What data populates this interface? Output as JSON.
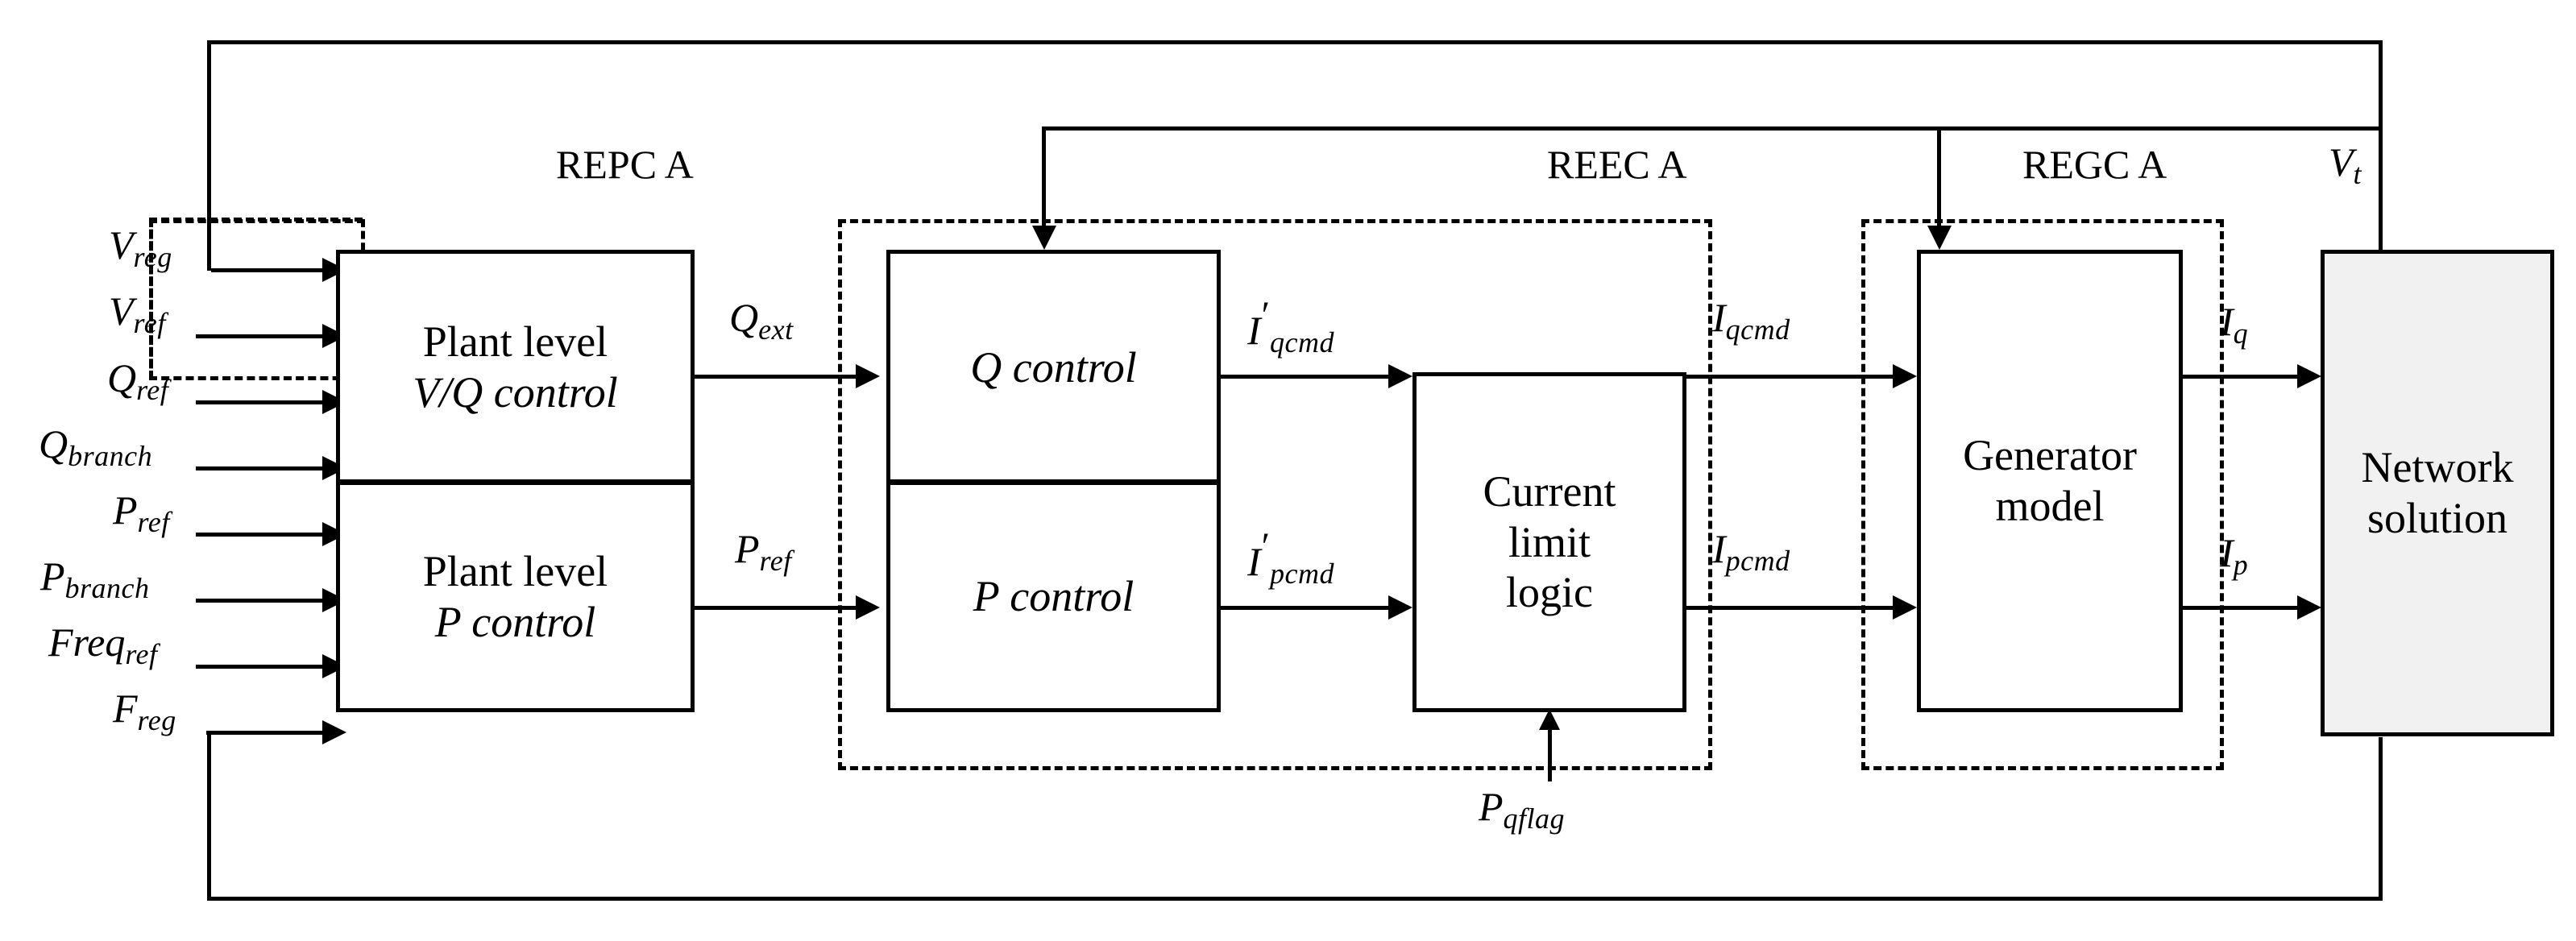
{
  "diagram": {
    "title": "WECC generic renewable plant model block diagram",
    "colors": {
      "line": "#000000",
      "box_fill": "#ffffff",
      "shaded_fill": "#f1f1f1"
    }
  },
  "groups": [
    {
      "id": "repc",
      "label": "REPC A"
    },
    {
      "id": "reec",
      "label": "REEC A"
    },
    {
      "id": "regc",
      "label": "REGC A"
    }
  ],
  "blocks": [
    {
      "id": "plant_vq",
      "line1": "Plant level",
      "line2": "V/Q control"
    },
    {
      "id": "plant_p",
      "line1": "Plant level",
      "line2": "P control"
    },
    {
      "id": "q_control",
      "line1": "Q control",
      "line2": ""
    },
    {
      "id": "p_control",
      "line1": "P control",
      "line2": ""
    },
    {
      "id": "current_limit",
      "line1": "Current",
      "line2": "limit",
      "line3": "logic"
    },
    {
      "id": "generator",
      "line1": "Generator",
      "line2": "model"
    },
    {
      "id": "network",
      "line1": "Network",
      "line2": "solution"
    }
  ],
  "inputs": [
    {
      "id": "v_reg",
      "base": "V",
      "sub": "reg"
    },
    {
      "id": "v_ref",
      "base": "V",
      "sub": "ref"
    },
    {
      "id": "q_ref",
      "base": "Q",
      "sub": "ref"
    },
    {
      "id": "q_branch",
      "base": "Q",
      "sub": "branch"
    },
    {
      "id": "p_ref_in",
      "base": "P",
      "sub": "ref"
    },
    {
      "id": "p_branch",
      "base": "P",
      "sub": "branch"
    },
    {
      "id": "freq_ref",
      "base": "Freq",
      "sub": "ref"
    },
    {
      "id": "f_reg",
      "base": "F",
      "sub": "reg"
    }
  ],
  "signals": [
    {
      "id": "q_ext",
      "base": "Q",
      "sub": "ext",
      "prime": false
    },
    {
      "id": "p_ref_mid",
      "base": "P",
      "sub": "ref",
      "prime": false
    },
    {
      "id": "iq_cmd_p",
      "base": "I",
      "sub": "qcmd",
      "prime": true
    },
    {
      "id": "ip_cmd_p",
      "base": "I",
      "sub": "pcmd",
      "prime": true
    },
    {
      "id": "iq_cmd",
      "base": "I",
      "sub": "qcmd",
      "prime": false
    },
    {
      "id": "ip_cmd",
      "base": "I",
      "sub": "pcmd",
      "prime": false
    },
    {
      "id": "i_q",
      "base": "I",
      "sub": "q",
      "prime": false
    },
    {
      "id": "i_p",
      "base": "I",
      "sub": "p",
      "prime": false
    },
    {
      "id": "v_t",
      "base": "V",
      "sub": "t",
      "prime": false
    },
    {
      "id": "pq_flag",
      "base": "P",
      "sub": "qflag",
      "prime": false
    }
  ]
}
